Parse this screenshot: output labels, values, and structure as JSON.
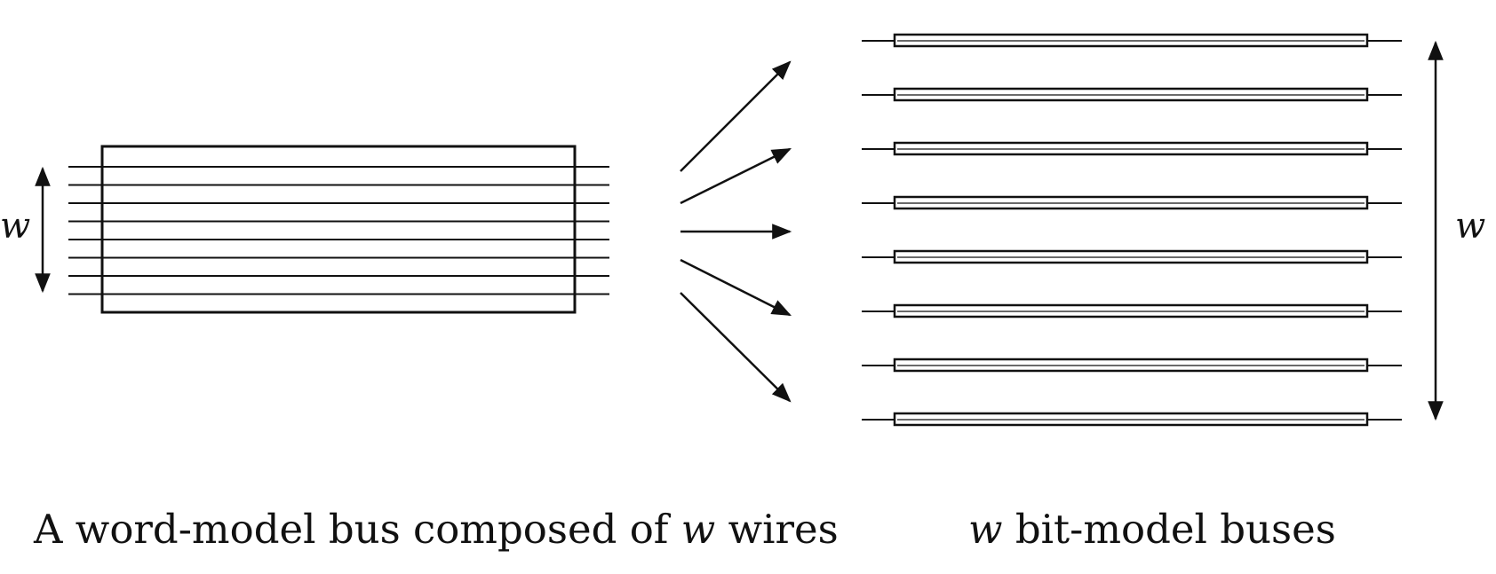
{
  "diagram": {
    "left_label": "w",
    "right_label": "w",
    "caption_left": {
      "before": "A word-model bus composed of ",
      "var": "w",
      "after": " wires"
    },
    "caption_right": {
      "var": "w",
      "after": " bit-model buses"
    },
    "word_bus_wire_count": 8,
    "bit_bus_count": 8,
    "fan_arrow_count": 5,
    "stroke_color": "#111111"
  }
}
